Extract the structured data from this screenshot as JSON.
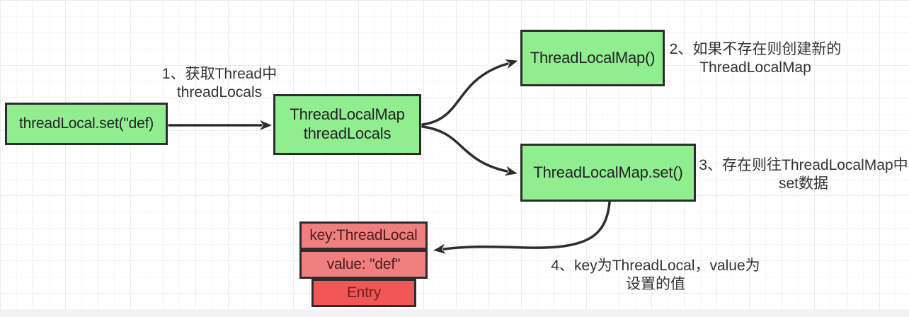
{
  "nodes": {
    "set_call": {
      "label": "threadLocal.set(\"def)"
    },
    "thread_local_map": {
      "line1": "ThreadLocalMap",
      "line2": "threadLocals"
    },
    "map_constructor": {
      "label": "ThreadLocalMap()"
    },
    "map_set": {
      "label": "ThreadLocalMap.set()"
    },
    "entry_key": {
      "label": "key:ThreadLocal"
    },
    "entry_value": {
      "label": "value: \"def\""
    },
    "entry": {
      "label": "Entry"
    }
  },
  "annotations": {
    "step1": {
      "line1": "1、获取Thread中",
      "line2": "threadLocals"
    },
    "step2": {
      "line1": "2、如果不存在则创建新的",
      "line2": "ThreadLocalMap"
    },
    "step3": {
      "line1": "3、存在则往ThreadLocalMap中",
      "line2": "set数据"
    },
    "step4": {
      "line1": "4、key为ThreadLocal，value为",
      "line2": "设置的值"
    }
  },
  "colors": {
    "node_green": "#90ee90",
    "node_pink": "#f08080",
    "node_red": "#f25757",
    "border": "#2d2d2d",
    "arrow": "#2d2d2d",
    "annotation_text": "#333333",
    "background": "#ffffff",
    "grid_line": "#ececef"
  }
}
